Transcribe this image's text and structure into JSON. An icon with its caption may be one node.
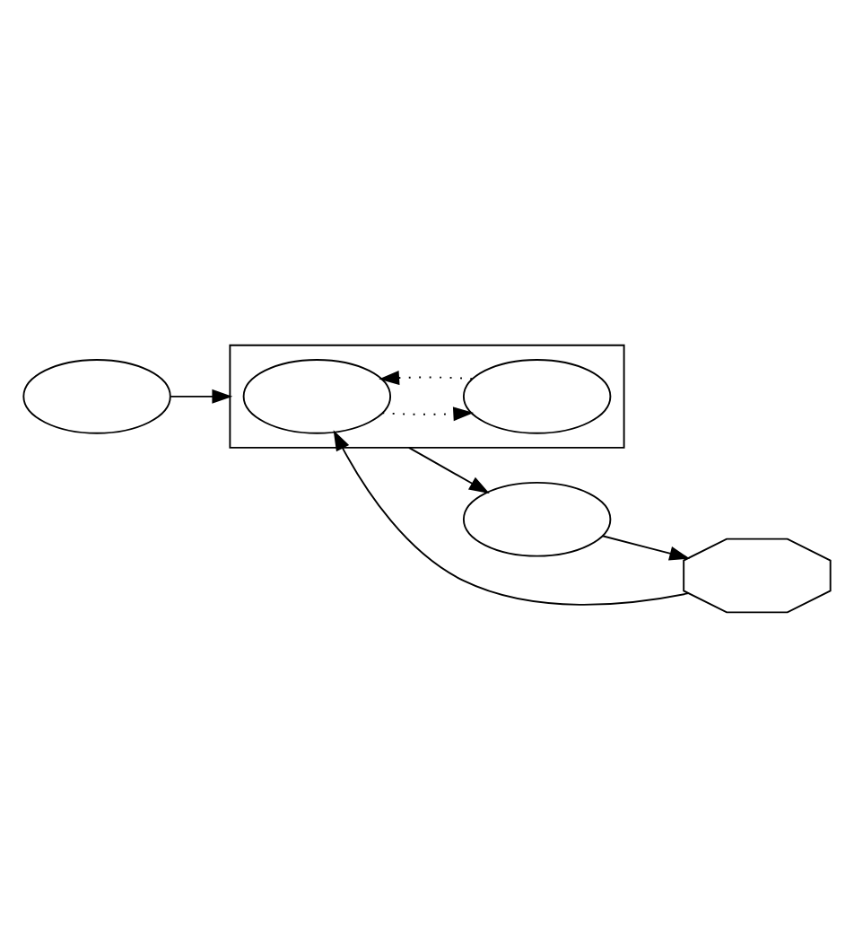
{
  "diagram": {
    "nodes": [
      {
        "text": [],
        "shape": "box"
      },
      {
        "text": [],
        "shape": "ellipse",
        "in": 0
      },
      {
        "text": [],
        "shape": "ellipse",
        "in": 0
      },
      {
        "text": [],
        "shape": "octagon"
      },
      {
        "text": [],
        "shape": "ellipse"
      },
      {
        "text": [],
        "shape": "ellipse"
      }
    ],
    "edges": [
      {
        "from": 5,
        "to": 0,
        "arrow": "to"
      },
      {
        "from": 3,
        "to": 1,
        "arrow": "to"
      },
      {
        "from": 0,
        "to": 4,
        "arrow": "to"
      },
      {
        "from": 4,
        "to": 3,
        "arrow": "to"
      },
      {
        "from": 1,
        "to": 2,
        "arrow": "to",
        "style": "dashed"
      },
      {
        "from": 2,
        "to": 1,
        "arrow": "to",
        "style": "dashed"
      }
    ]
  }
}
